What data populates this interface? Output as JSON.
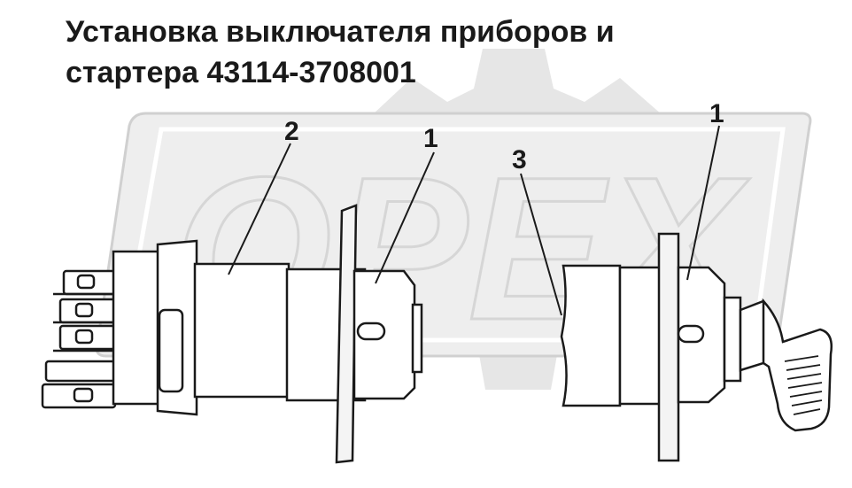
{
  "title": {
    "line1": "Установка выключателя приборов и",
    "line2": "стартера 43114-3708001"
  },
  "watermark": {
    "text": "OPEX",
    "color": "#d6d6d6"
  },
  "callouts": [
    {
      "id": "2",
      "label": "2"
    },
    {
      "id": "1a",
      "label": "1"
    },
    {
      "id": "3",
      "label": "3"
    },
    {
      "id": "1b",
      "label": "1"
    }
  ],
  "colors": {
    "ink": "#1a1a1a",
    "background": "#ffffff",
    "watermark_gear": "#e6e6e6"
  }
}
